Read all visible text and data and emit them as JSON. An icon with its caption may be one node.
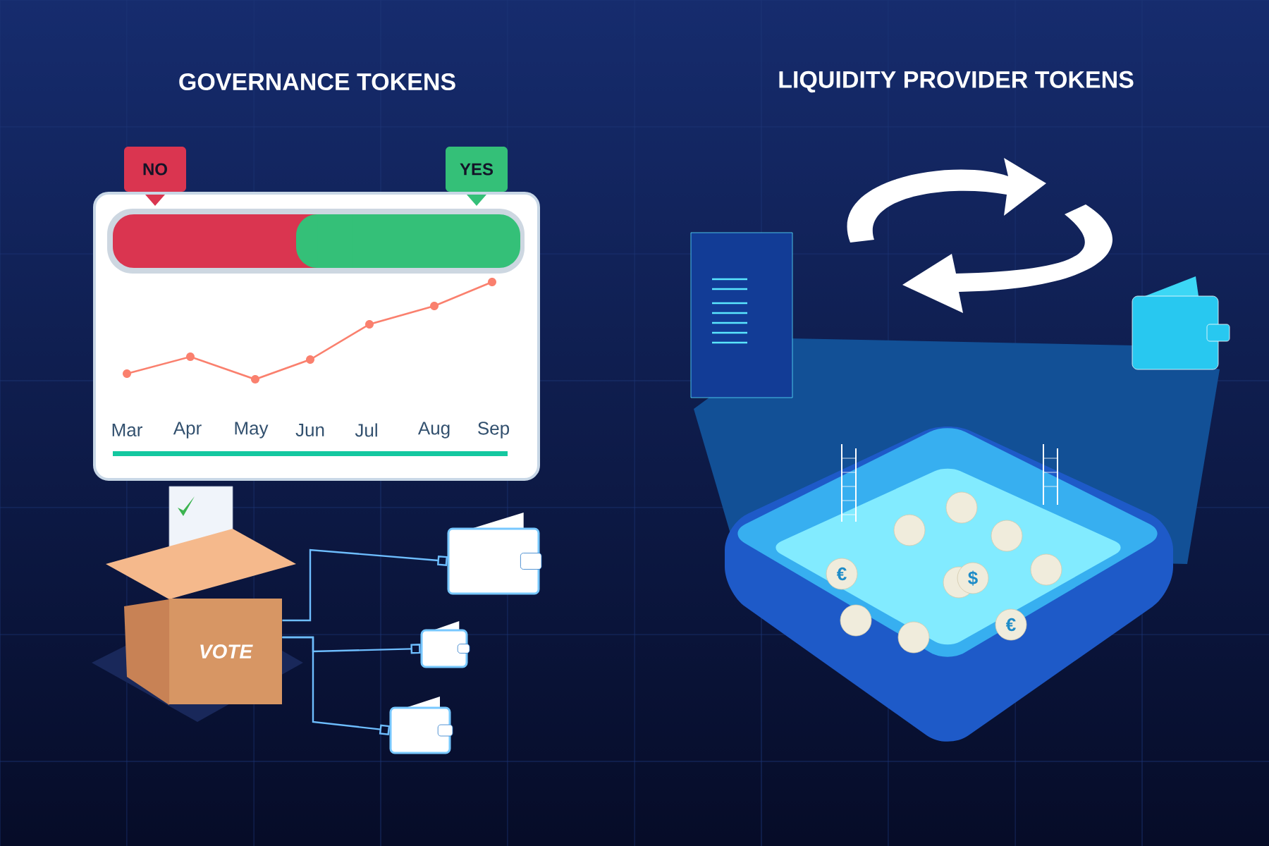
{
  "diagram": {
    "nodes": [
      {
        "text": [
          "VOTE"
        ]
      },
      {
        "text": [],
        "shape": "box"
      },
      {
        "text": [],
        "shape": "box"
      },
      {
        "text": [],
        "shape": "box"
      },
      {
        "text": [
          "NO"
        ]
      },
      {
        "text": [
          "YES"
        ]
      }
    ],
    "edges": [
      {
        "from": 0,
        "to": 1,
        "arrow": "other"
      },
      {
        "from": 0,
        "to": 2,
        "arrow": "other"
      },
      {
        "from": 0,
        "to": 3,
        "arrow": "other"
      }
    ],
    "labels": [
      "GOVERNANCE TOKENS",
      "LIQUIDITY PROVIDER TOKENS",
      "Mar",
      "Apr",
      "May",
      "Jun",
      "Jul",
      "Aug",
      "Sep",
      "€",
      "$",
      "€"
    ]
  }
}
